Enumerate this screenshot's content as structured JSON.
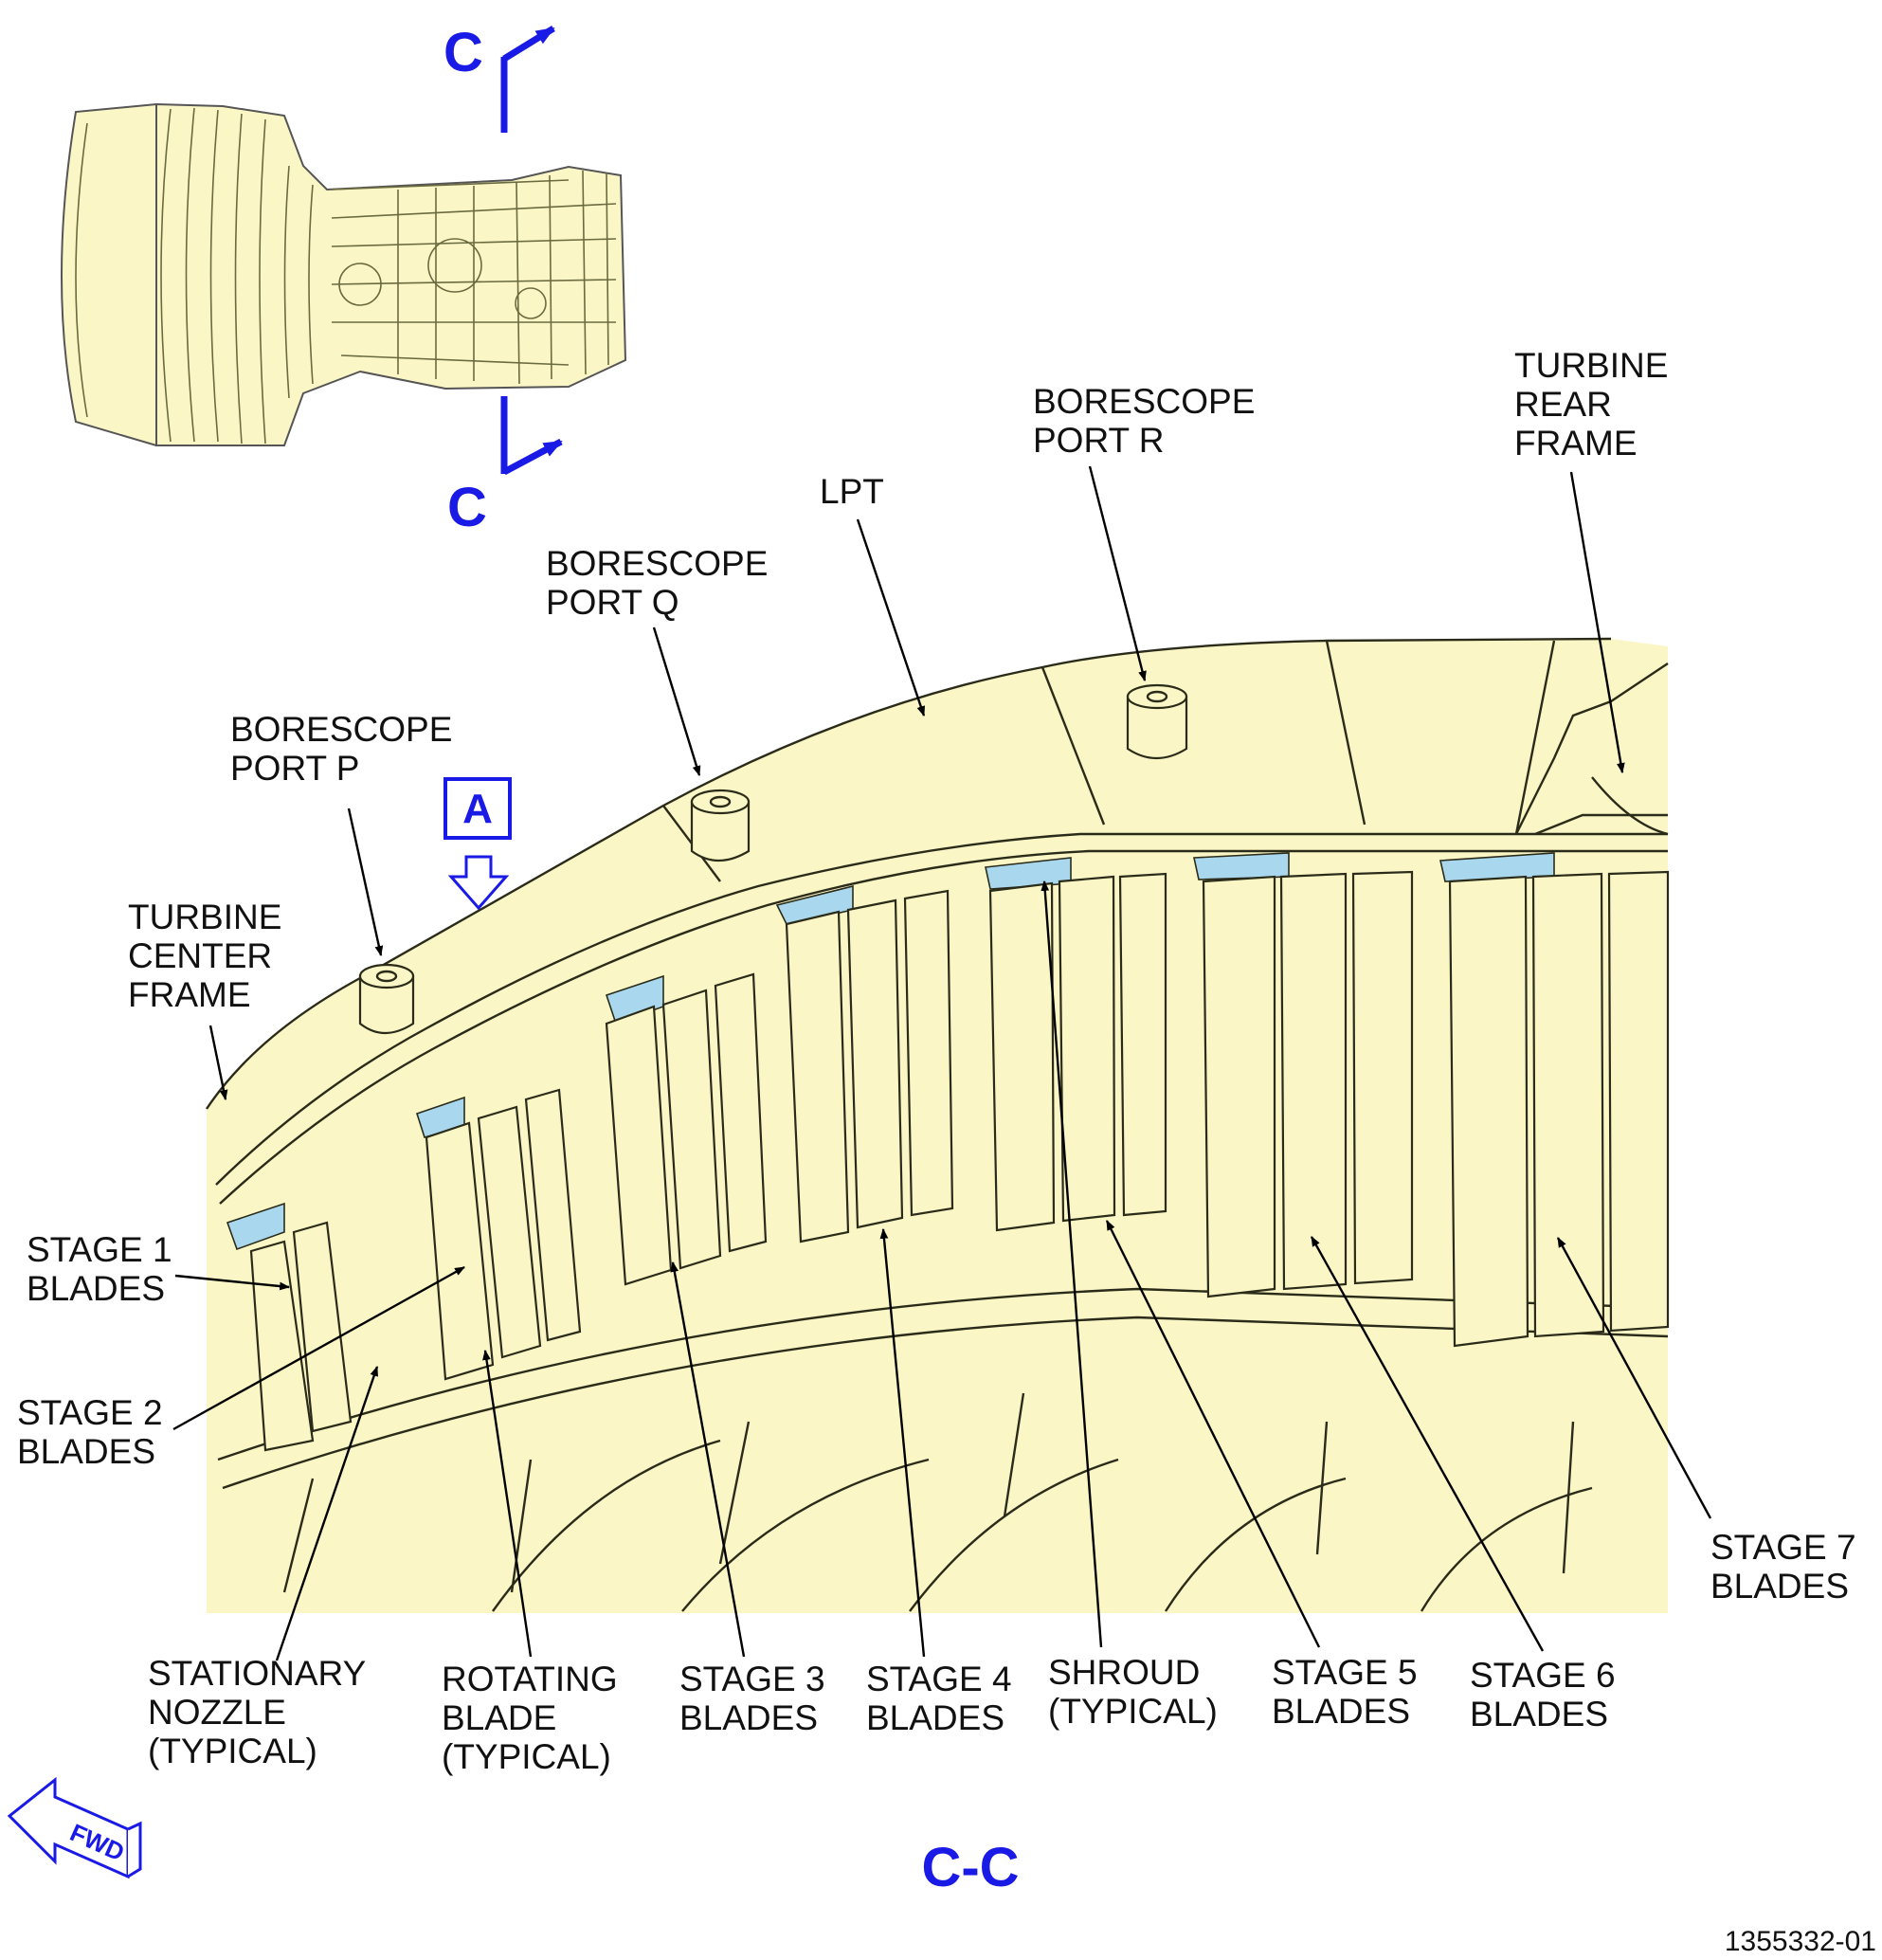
{
  "section_marks": {
    "top": "C",
    "bottom": "C",
    "view_title": "C-C"
  },
  "view_marker": "A",
  "labels": {
    "turbine_rear_frame": [
      "TURBINE",
      "REAR",
      "FRAME"
    ],
    "borescope_port_r": [
      "BORESCOPE",
      "PORT R"
    ],
    "lpt": [
      "LPT"
    ],
    "borescope_port_q": [
      "BORESCOPE",
      "PORT Q"
    ],
    "borescope_port_p": [
      "BORESCOPE",
      "PORT P"
    ],
    "turbine_center_frame": [
      "TURBINE",
      "CENTER",
      "FRAME"
    ],
    "stage_1_blades": [
      "STAGE 1",
      "BLADES"
    ],
    "stage_2_blades": [
      "STAGE 2",
      "BLADES"
    ],
    "stage_7_blades": [
      "STAGE 7",
      "BLADES"
    ],
    "stationary_nozzle": [
      "STATIONARY",
      "NOZZLE",
      "(TYPICAL)"
    ],
    "rotating_blade": [
      "ROTATING",
      "BLADE",
      "(TYPICAL)"
    ],
    "stage_3_blades": [
      "STAGE 3",
      "BLADES"
    ],
    "stage_4_blades": [
      "STAGE 4",
      "BLADES"
    ],
    "shroud": [
      "SHROUD",
      "(TYPICAL)"
    ],
    "stage_5_blades": [
      "STAGE 5",
      "BLADES"
    ],
    "stage_6_blades": [
      "STAGE 6",
      "BLADES"
    ]
  },
  "fwd_label": "FWD",
  "figure_id": "1355332-01",
  "colors": {
    "section": "#1a1ae6",
    "fill": "#fbf6c6",
    "seal": "#a9d8ee",
    "line": "#111111"
  }
}
